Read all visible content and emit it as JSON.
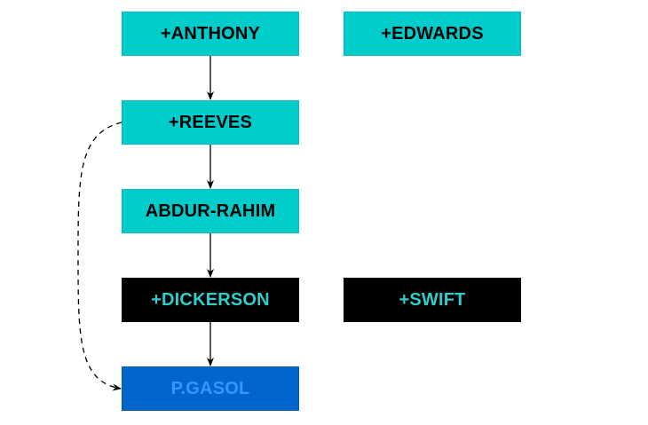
{
  "nodes": {
    "anthony": "+ANTHONY",
    "edwards": "+EDWARDS",
    "reeves": "+REEVES",
    "abdur_rahim": "ABDUR-RAHIM",
    "dickerson": "+DICKERSON",
    "swift": "+SWIFT",
    "gasol": "P.GASOL"
  },
  "edges": [
    {
      "from": "anthony",
      "to": "reeves",
      "style": "solid"
    },
    {
      "from": "reeves",
      "to": "abdur_rahim",
      "style": "solid"
    },
    {
      "from": "abdur_rahim",
      "to": "dickerson",
      "style": "solid"
    },
    {
      "from": "dickerson",
      "to": "gasol",
      "style": "solid"
    },
    {
      "from": "reeves",
      "to": "gasol",
      "style": "dashed"
    }
  ],
  "colors": {
    "teal_fill": "#00cccc",
    "dark_fill": "#000000",
    "dark_text": "#33cccc",
    "blue_fill": "#0066cc",
    "blue_text": "#3399ff",
    "edge": "#000000"
  }
}
